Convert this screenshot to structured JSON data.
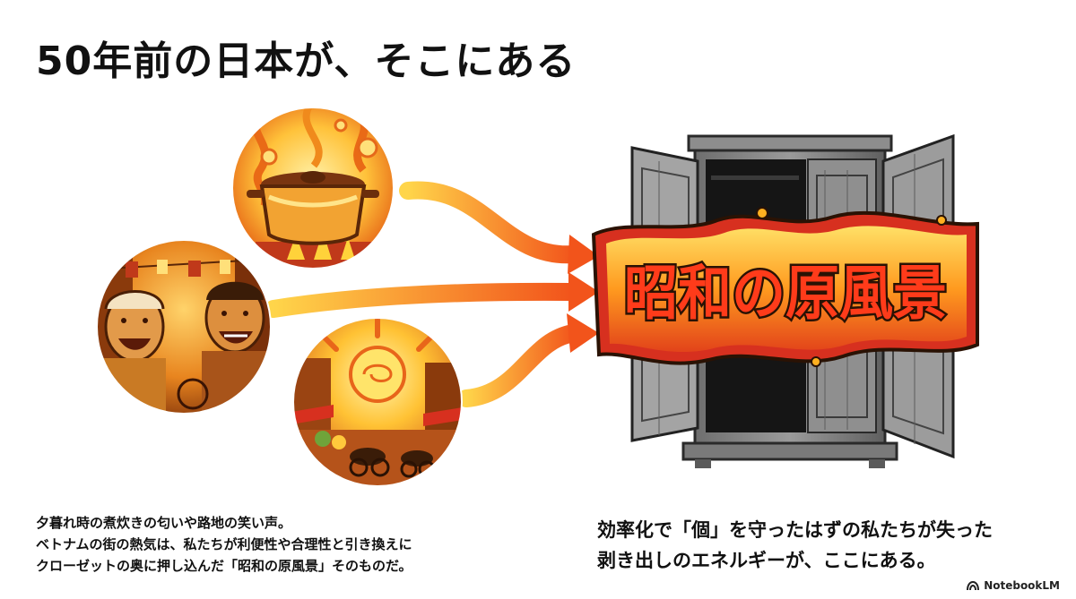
{
  "title": "50年前の日本が、そこにある",
  "banner_text": "昭和の原風景",
  "caption_left": [
    "夕暮れ時の煮炊きの匂いや路地の笑い声。",
    "ベトナムの街の熱気は、私たちが利便性や合理性と引き換えに",
    "クローゼットの奥に押し込んだ「昭和の原風景」そのものだ。"
  ],
  "caption_right": [
    "効率化で「個」を守ったはずの私たちが失った",
    "剥き出しのエネルギーが、ここにある。"
  ],
  "brand": {
    "name": "NotebookLM",
    "icon": "notebooklm-logo-icon"
  },
  "colors": {
    "orange": "#f07a1a",
    "yellow": "#ffc93c",
    "red": "#d7301f",
    "dark_brown": "#3a1c08",
    "wardrobe_gray": "#7d7d7d"
  }
}
